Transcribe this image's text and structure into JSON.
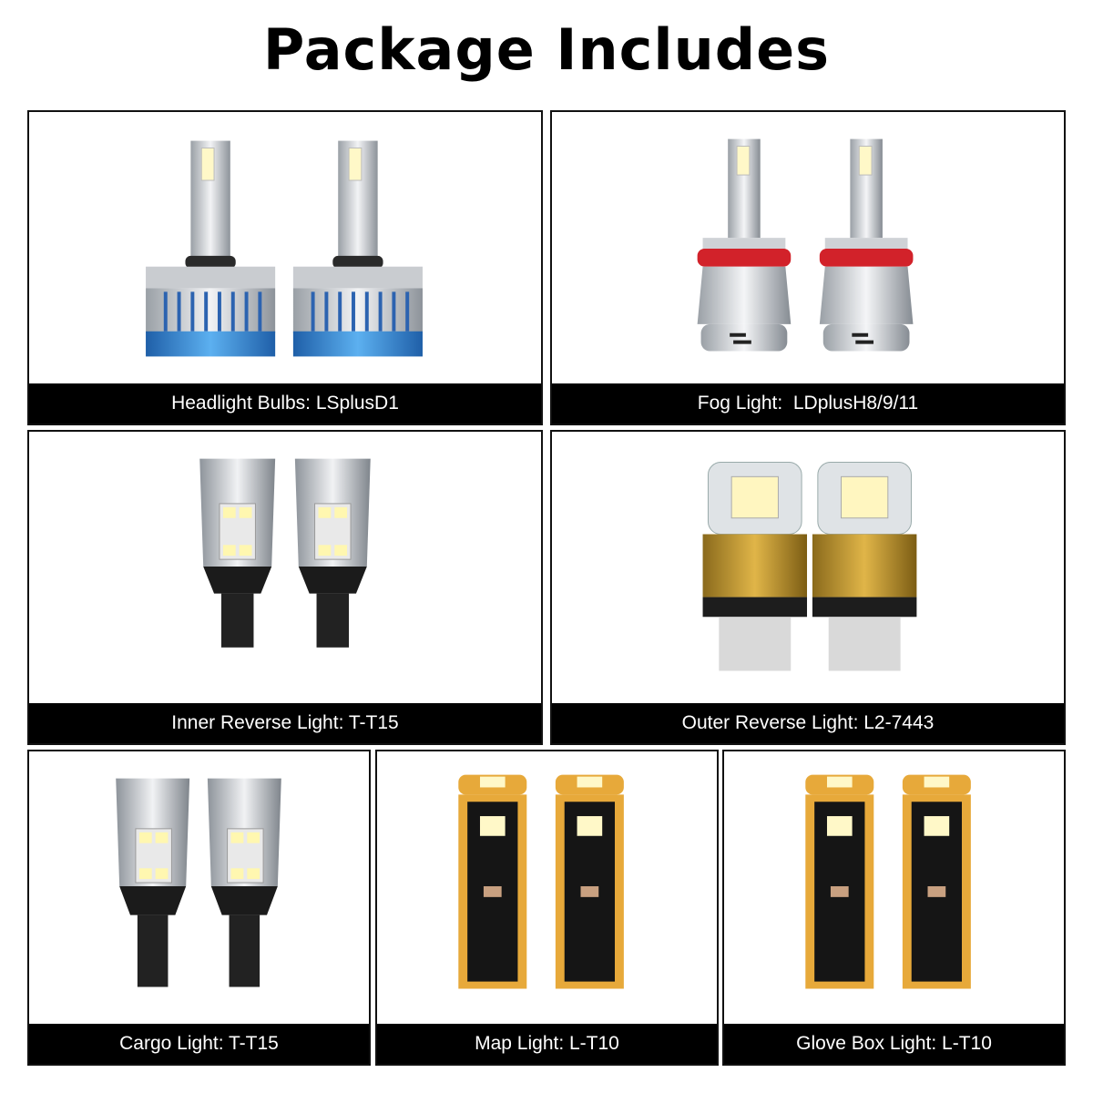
{
  "page": {
    "title": "Package Includes"
  },
  "products": [
    {
      "caption": "Headlight Bulbs: LSplusD1",
      "image": "d1-headlight-bulb-pair"
    },
    {
      "caption": "Fog Light:  LDplusH8/9/11",
      "image": "h11-fog-bulb-pair"
    },
    {
      "caption": "Inner Reverse Light: T-T15",
      "image": "t15-reverse-bulb-pair"
    },
    {
      "caption": "Outer Reverse Light: L2-7443",
      "image": "7443-reverse-bulb-pair"
    },
    {
      "caption": "Cargo Light: T-T15",
      "image": "t15-cargo-bulb-pair"
    },
    {
      "caption": "Map Light: L-T10",
      "image": "t10-map-bulb-pair"
    },
    {
      "caption": "Glove Box Light: L-T10",
      "image": "t10-glovebox-bulb-pair"
    }
  ],
  "colors": {
    "caption_bar": "#000000",
    "caption_text": "#ffffff",
    "border": "#111111",
    "heatsink_blue": "#3a8fd8",
    "fog_ring_red": "#d2222a",
    "pcb_gold": "#e7a93a"
  }
}
